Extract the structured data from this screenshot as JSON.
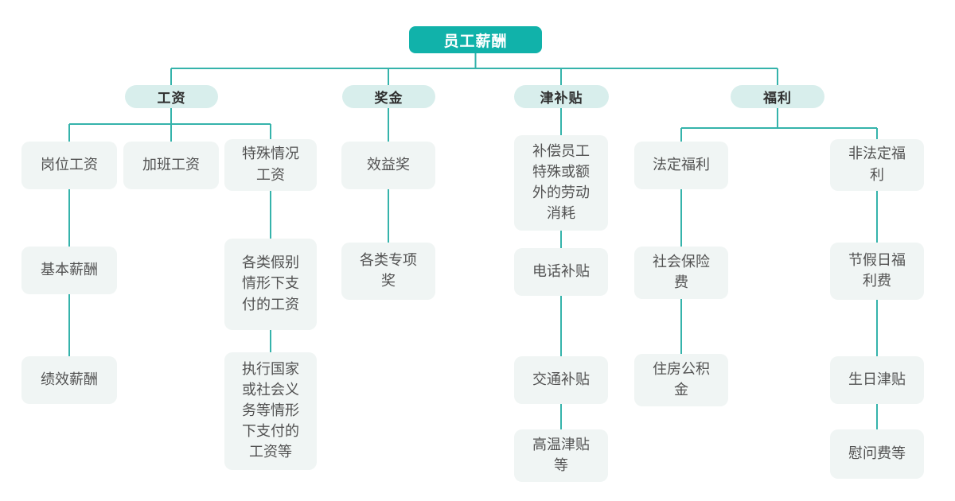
{
  "diagram": {
    "root": {
      "label": "员工薪酬"
    },
    "branches": [
      {
        "label": "工资",
        "columns": [
          {
            "nodes": [
              "岗位工资",
              "基本薪酬",
              "绩效薪酬"
            ]
          },
          {
            "nodes": [
              "加班工资"
            ]
          },
          {
            "nodes": [
              "特殊情况工资",
              "各类假别情形下支付的工资",
              "执行国家或社会义务等情形下支付的工资等"
            ]
          }
        ]
      },
      {
        "label": "奖金",
        "columns": [
          {
            "nodes": [
              "效益奖",
              "各类专项奖"
            ]
          }
        ]
      },
      {
        "label": "津补贴",
        "columns": [
          {
            "nodes": [
              "补偿员工特殊或额外的劳动消耗",
              "电话补贴",
              "交通补贴",
              "高温津贴等"
            ]
          }
        ]
      },
      {
        "label": "福利",
        "columns": [
          {
            "nodes": [
              "法定福利",
              "社会保险费",
              "住房公积金"
            ]
          },
          {
            "nodes": [
              "非法定福利",
              "节假日福利费",
              "生日津贴",
              "慰问费等"
            ]
          }
        ]
      }
    ],
    "colors": {
      "root_bg": "#11b2aa",
      "root_text": "#ffffff",
      "branch_bg": "#d8eeec",
      "branch_text": "#2f2f2f",
      "leaf_bg": "#f0f5f4",
      "leaf_text": "#525252",
      "line": "#35b3ab",
      "background": "#ffffff"
    }
  }
}
